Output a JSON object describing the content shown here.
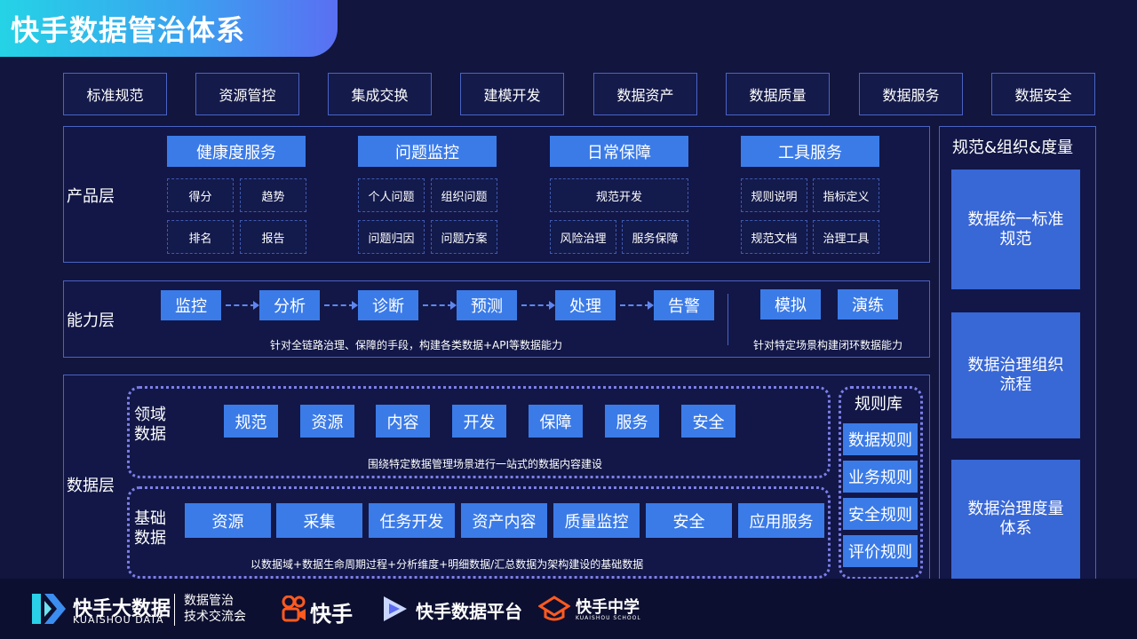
{
  "title": "快手数据管治体系",
  "top_tabs": [
    "标准规范",
    "资源管控",
    "集成交换",
    "建模开发",
    "数据资产",
    "数据质量",
    "数据服务",
    "数据安全"
  ],
  "product_layer": {
    "label": "产品层",
    "groups": [
      {
        "title": "健康度服务",
        "cells": [
          "得分",
          "趋势",
          "排名",
          "报告"
        ]
      },
      {
        "title": "问题监控",
        "cells": [
          "个人问题",
          "组织问题",
          "问题归因",
          "问题方案"
        ]
      },
      {
        "title": "日常保障",
        "cells": [
          "规范开发",
          "风险治理",
          "服务保障"
        ]
      },
      {
        "title": "工具服务",
        "cells": [
          "规则说明",
          "指标定义",
          "规范文档",
          "治理工具"
        ]
      }
    ]
  },
  "capability_layer": {
    "label": "能力层",
    "flow": [
      "监控",
      "分析",
      "诊断",
      "预测",
      "处理",
      "告警"
    ],
    "flow_note": "针对全链路治理、保障的手段，构建各类数据+API等数据能力",
    "extra": [
      "模拟",
      "演练"
    ],
    "extra_note": "针对特定场景构建闭环数据能力"
  },
  "data_layer": {
    "label": "数据层",
    "domain": {
      "label_line1": "领域",
      "label_line2": "数据",
      "items": [
        "规范",
        "资源",
        "内容",
        "开发",
        "保障",
        "服务",
        "安全"
      ],
      "note": "围绕特定数据管理场景进行一站式的数据内容建设"
    },
    "base": {
      "label_line1": "基础",
      "label_line2": "数据",
      "items": [
        "资源",
        "采集",
        "任务开发",
        "资产内容",
        "质量监控",
        "安全",
        "应用服务"
      ],
      "note": "以数据域+数据生命周期过程+分析维度+明细数据/汇总数据为架构建设的基础数据"
    },
    "rules": {
      "title": "规则库",
      "items": [
        "数据规则",
        "业务规则",
        "安全规则",
        "评价规则"
      ]
    }
  },
  "side_panel": {
    "title": "规范&组织&度量",
    "cards": [
      "数据统一标准规范",
      "数据治理组织流程",
      "数据治理度量体系"
    ]
  },
  "footer": {
    "brand_cn": "快手大数据",
    "brand_en": "KUAISHOU DATA",
    "sub_line1": "数据管治",
    "sub_line2": "技术交流会",
    "logo_kuaishou": "快手",
    "logo_platform": "快手数据平台",
    "logo_school_cn": "快手中学",
    "logo_school_en": "KUAISHOU SCHOOL"
  },
  "colors": {
    "background": "#12153d",
    "accent_blue": "#3b7be8",
    "border": "#4a63c4",
    "dotted": "#7d7fe8",
    "kuaishou_orange": "#ff5a1f"
  }
}
